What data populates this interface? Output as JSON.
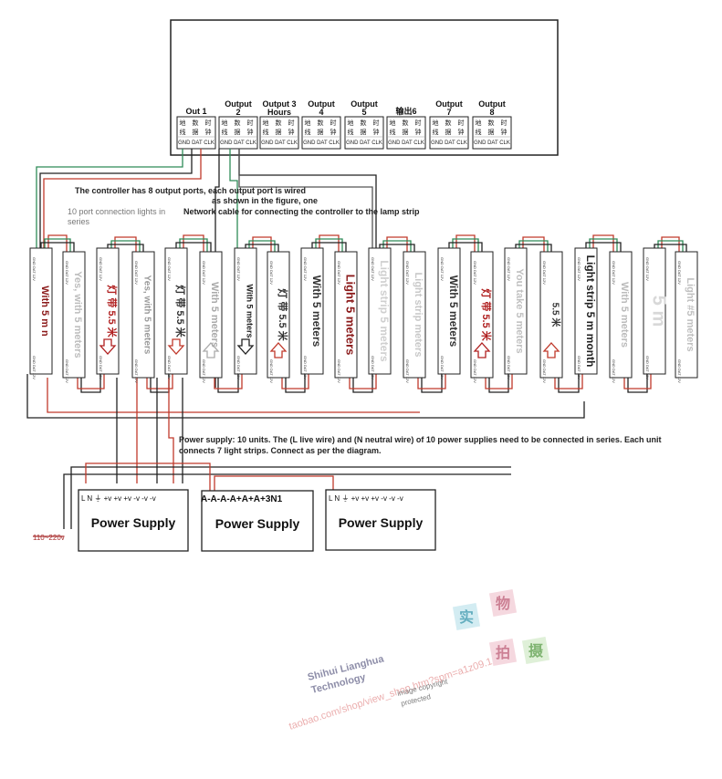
{
  "controller": {
    "ports": [
      {
        "label": "Out 1",
        "sub": ""
      },
      {
        "label": "Output",
        "sub": "2"
      },
      {
        "label": "Output 3",
        "sub": "Hours"
      },
      {
        "label": "Output",
        "sub": "4"
      },
      {
        "label": "Output",
        "sub": "5"
      },
      {
        "label": "输出6",
        "sub": ""
      },
      {
        "label": "Output",
        "sub": "7"
      },
      {
        "label": "Output",
        "sub": "8"
      }
    ],
    "pin_top": [
      "地",
      "数",
      "时"
    ],
    "pin_mid": [
      "线",
      "据",
      "钟"
    ],
    "pin_bottom": "GND DAT CLK"
  },
  "notes": {
    "controller_line1": "The controller has 8 output ports, each output port is wired",
    "controller_line2": "as shown in the figure, one",
    "ports_note_line1": "10 port connection lights in",
    "ports_note_line2": "series",
    "network_cable": "Network cable for connecting the controller to the lamp strip",
    "power_line1": "Power supply: 10 units. The (L live wire) and (N neutral wire) of 10 power supplies need to be connected in series. Each unit",
    "power_line2": "connects 7 light strips. Connect as per the diagram.",
    "voltage": "110~220v"
  },
  "strips": [
    {
      "text": "With 5 m n",
      "color": "#8b1a1a",
      "size": 11
    },
    {
      "text": "Yes, with 5 meters",
      "color": "#bdbdbd",
      "size": 11
    },
    {
      "text": "灯 带 5.5 米",
      "color": "#b02020",
      "size": 11,
      "arrow": "down"
    },
    {
      "text": "Yes, with 5 meters",
      "color": "#9a9a9a",
      "size": 10
    },
    {
      "text": "灯 带 5.5 米",
      "color": "#333333",
      "size": 11,
      "arrow": "down"
    },
    {
      "text": "With 5 meters",
      "color": "#aaaaaa",
      "size": 11,
      "arrow": "up"
    },
    {
      "text": "With 5 meters",
      "color": "#222222",
      "size": 9,
      "arrow": "down"
    },
    {
      "text": "灯 带 5.5 米",
      "color": "#333333",
      "size": 11,
      "arrow": "up"
    },
    {
      "text": "With 5 meters",
      "color": "#333333",
      "size": 12
    },
    {
      "text": "Light 5 meters",
      "color": "#8b1a1a",
      "size": 13
    },
    {
      "text": "Light strip 5 meters",
      "color": "#cfcfcf",
      "size": 12
    },
    {
      "text": "Light strip meters",
      "color": "#c8c8c8",
      "size": 11
    },
    {
      "text": "With 5 meters",
      "color": "#333333",
      "size": 12
    },
    {
      "text": "灯 带 5.5 米",
      "color": "#b02020",
      "size": 11,
      "arrow": "up"
    },
    {
      "text": "You take 5 meters",
      "color": "#c0c0c0",
      "size": 11
    },
    {
      "text": "5.5 米",
      "color": "#333333",
      "size": 10,
      "arrow": "up"
    },
    {
      "text": "Light strip 5 m month",
      "color": "#222222",
      "size": 12
    },
    {
      "text": "With 5 meters",
      "color": "#bbbbbb",
      "size": 11
    },
    {
      "text": "5 m",
      "color": "#d8d8d8",
      "size": 20
    },
    {
      "text": "Light #5 meters",
      "color": "#c0c0c0",
      "size": 11
    }
  ],
  "power_supplies": [
    {
      "label": "Power Supply",
      "terminals": "L  N ⏚  +v +v +v  -v  -v  -v"
    },
    {
      "label": "Power Supply",
      "terminals": "A-A-A-A+A+A+3N1"
    },
    {
      "label": "Power Supply",
      "terminals": "L  N ⏚  +v +v +v  -v  -v  -v"
    }
  ],
  "watermark": {
    "company_line1": "Shihui Lianghua",
    "company_line2": "Technology",
    "url": "taobao.com/shop/view_shop.htm?spm=a1z09.1",
    "copyright_line1": "image copyright",
    "copyright_line2": "protected",
    "stamp": [
      "实",
      "物",
      "拍",
      "摄"
    ]
  },
  "colors": {
    "wire_red": "#c0392b",
    "wire_green": "#2e8b57",
    "wire_black": "#222222",
    "frame": "#222222"
  }
}
